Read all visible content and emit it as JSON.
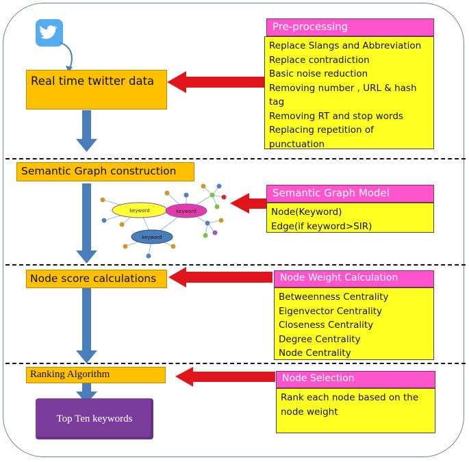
{
  "stages": {
    "s1": "Real time twitter data",
    "s2": "Semantic Graph construction",
    "s3": "Node score calculations",
    "s4": "Ranking Algorithm",
    "output": "Top Ten keywords"
  },
  "panels": {
    "preprocessing": {
      "title": "Pre-processing",
      "items": [
        "Replace Slangs and Abbreviation",
        "Replace contradiction",
        "Basic noise reduction",
        "Removing number , URL & hash tag",
        "Removing RT and stop words",
        "Replacing repetition of punctuation"
      ]
    },
    "graph_model": {
      "title": "Semantic Graph Model",
      "items": [
        "Node(Keyword)",
        "Edge(if keyword>SIR)"
      ]
    },
    "node_weight": {
      "title": "Node Weight Calculation",
      "items": [
        "Betweenness Centrality",
        "Eigenvector Centrality",
        "Closeness Centrality",
        "Degree Centrality",
        "Node Centrality"
      ]
    },
    "node_selection": {
      "title": "Node Selection",
      "items": [
        "Rank each node based on the node weight"
      ]
    }
  },
  "graph": {
    "keywords": [
      "keyword",
      "keyword",
      "keyword"
    ]
  },
  "icons": {
    "source": "twitter-bird-icon"
  },
  "colors": {
    "stage_box": "#ffc000",
    "panel_title": "#ff55cc",
    "panel_body": "#ffff22",
    "flow_arrow": "#4a7ebb",
    "input_arrow": "#e0141b",
    "output_box": "#7a3d9c"
  }
}
